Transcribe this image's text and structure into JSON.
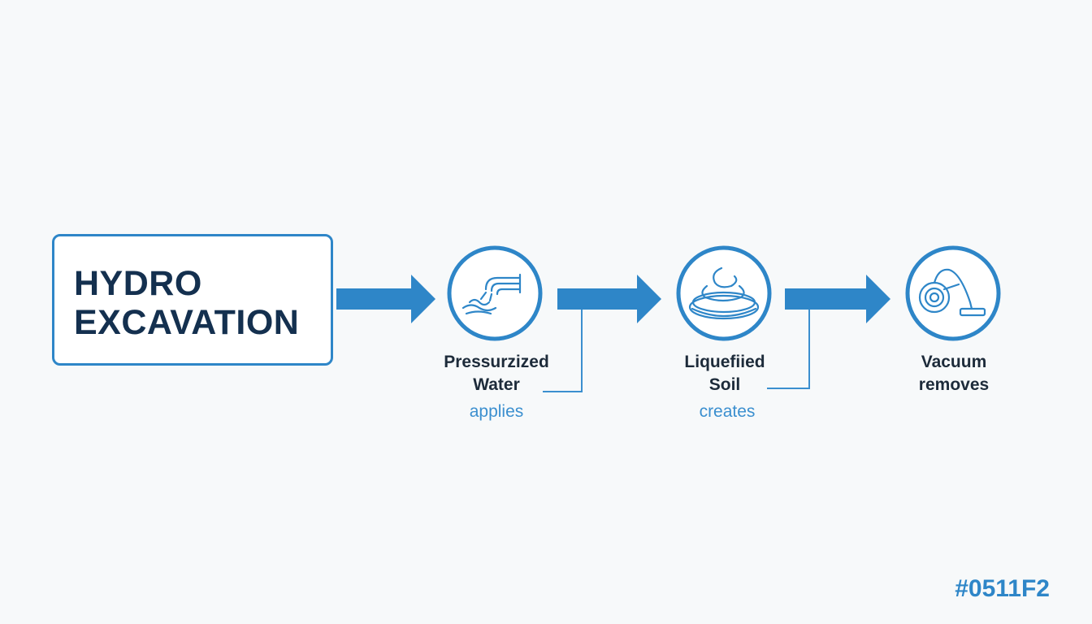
{
  "title": {
    "line1": "HYDRO",
    "line2": "EXCAVATION"
  },
  "steps": [
    {
      "label_line1": "Pressurzized",
      "label_line2": "Water",
      "icon": "water-spray-icon"
    },
    {
      "label_line1": "Liquefiied",
      "label_line2": "Soil",
      "icon": "soil-swirl-icon"
    },
    {
      "label_line1": "Vacuum",
      "label_line2": "removes",
      "icon": "vacuum-cleaner-icon"
    }
  ],
  "connectors": {
    "first": "applies",
    "second": "creates"
  },
  "watermark": "#0511F2",
  "colors": {
    "accent": "#2e86c8",
    "title_text": "#14304f",
    "label_text": "#1d2b3a",
    "background": "#f7f9fa"
  }
}
